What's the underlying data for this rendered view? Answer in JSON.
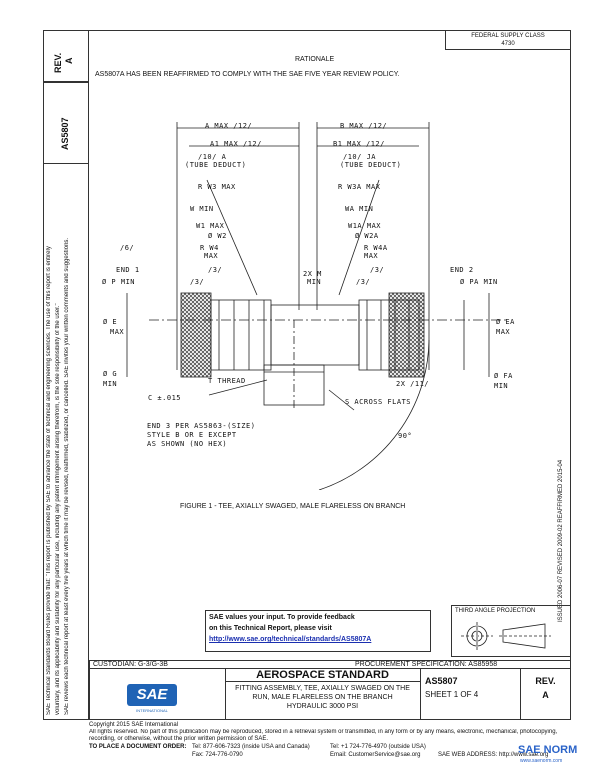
{
  "side": {
    "rev_label": "REV.",
    "rev_value": "A",
    "doc_number": "AS5807",
    "legal_1": "SAE Technical Standards Board Rules provide that: \"This report is published by SAE to advance the state of technical and engineering sciences. The use of this report is entirely",
    "legal_2": "voluntary, and its applicability and suitability for any particular use, including any patent infringement arising therefrom, is the sole responsibility of the user.\"",
    "legal_3": "SAE reviews each technical report at least every five years at which time it may be revised, reaffirmed, stabilized, or cancelled. SAE invites your written comments and suggestions.",
    "right_history": "ISSUED 2006-07   REVISED 2009-02   REAFFIRMED 2015-04"
  },
  "top_right": {
    "line1": "FEDERAL SUPPLY CLASS",
    "line2": "4730"
  },
  "rationale": {
    "title": "RATIONALE",
    "text": "AS5807A HAS BEEN REAFFIRMED TO COMPLY WITH THE SAE FIVE YEAR REVIEW POLICY."
  },
  "drawing": {
    "labels": {
      "a_max": "A MAX /12/",
      "b_max": "B MAX /12/",
      "a1_max": "A1 MAX /12/",
      "b1_max": "B1 MAX /12/",
      "ref7": "/10/ A",
      "tube_deduct": "(TUBE DEDUCT)",
      "ref7b": "/10/ JA",
      "tube_deduct_b": "(TUBE DEDUCT)",
      "r_w3": "R W3 MAX",
      "r_w3a": "R W3A MAX",
      "w_min": "W MIN",
      "wa_min": "WA MIN",
      "w1_max": "W1 MAX",
      "w1a_max": "W1A MAX",
      "w2": "Ø W2",
      "w2a": "Ø W2A",
      "r_w4": "R W4",
      "r_w4_max": "MAX",
      "r_w4a": "R W4A",
      "r_w4a_max": "MAX",
      "ref6": "/6/",
      "ref3a": "/3/",
      "ref3b": "/3/",
      "ref3c": "/3/",
      "ref3d": "/3/",
      "end1": "END 1",
      "end2": "END 2",
      "p_min": "Ø P MIN",
      "pa_min": "Ø PA MIN",
      "x_max": "2X M",
      "x_min": "MIN",
      "e_max": "Ø E",
      "e_max2": "MAX",
      "ea_max": "Ø EA",
      "ea_max2": "MAX",
      "g_min": "Ø G",
      "g_min2": "MIN",
      "fa_min": "Ø FA",
      "fa_min2": "MIN",
      "thread": "T THREAD",
      "c": "C ±.015",
      "ref11": "2X /11/",
      "across_flats": "S ACROSS FLATS",
      "end3_1": "END 3 PER AS5863-(SIZE)",
      "end3_2": "STYLE B OR E EXCEPT",
      "end3_3": "AS SHOWN (NO HEX)",
      "angle": "90°"
    },
    "caption": "FIGURE 1 - TEE, AXIALLY SWAGED, MALE FLARELESS ON BRANCH"
  },
  "feedback": {
    "line1": "SAE values your input. To provide feedback",
    "line2": "on this Technical Report, please visit",
    "link": "http://www.sae.org/technical/standards/AS5807A"
  },
  "projection": {
    "label": "THIRD ANGLE PROJECTION"
  },
  "title_block": {
    "custodian": "CUSTODIAN: G-3/G-3B",
    "procurement": "PROCUREMENT SPECIFICATION: AS85958",
    "logo": "SAE",
    "logo_sub": "INTERNATIONAL",
    "heading": "AEROSPACE STANDARD",
    "title_1": "FITTING ASSEMBLY, TEE, AXIALLY SWAGED ON THE",
    "title_2": "RUN, MALE FLARELESS ON THE BRANCH",
    "title_3": "HYDRAULIC 3000 PSI",
    "doc": "AS5807",
    "sheet": "SHEET 1 OF 4",
    "rev_label": "REV.",
    "rev": "A"
  },
  "footer": {
    "copyright": "Copyright 2015 SAE International",
    "rights_1": "All rights reserved. No part of this publication may be reproduced, stored in a retrieval system or transmitted, in any form or by any means, electronic, mechanical, photocopying,",
    "rights_2": "recording, or otherwise, without the prior written permission of SAE.",
    "order": "TO PLACE A DOCUMENT ORDER:",
    "tel1": "Tel: 877-606-7323 (inside USA and Canada)",
    "tel2": "Tel: +1 724-776-4970 (outside USA)",
    "fax": "Fax: 724-776-0790",
    "email": "Email: CustomerService@sae.org",
    "web": "SAE WEB ADDRESS: http://www.sae.org"
  },
  "watermark": {
    "line1": "SAE NORM",
    "line2": "www.saenorm.com"
  }
}
